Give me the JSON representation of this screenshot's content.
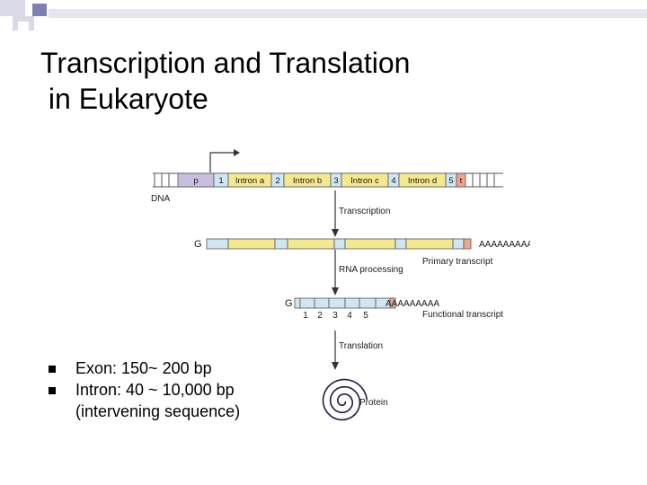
{
  "slide": {
    "title_line1": "Transcription and Translation",
    "title_line2": " in Eukaryote",
    "bullets": [
      {
        "text": "Exon: 150~ 200 bp",
        "continuation": ""
      },
      {
        "text": "Intron: 40 ~ 10,000 bp",
        "continuation": "(intervening sequence)"
      }
    ]
  },
  "diagram": {
    "dna_segments": [
      "p",
      "1",
      "Intron a",
      "2",
      "Intron b",
      "3",
      "Intron c",
      "4",
      "Intron d",
      "5",
      "t"
    ],
    "dna_label": "DNA",
    "cap_label": "G",
    "polya_label": "AAAAAAAAA",
    "steps": {
      "transcription": "Transcription",
      "rna_processing": "RNA processing",
      "translation": "Translation"
    },
    "primary_transcript_label": "Primary transcript",
    "functional_transcript_label": "Functional transcript",
    "exon_numbers": [
      "1",
      "2",
      "3",
      "4",
      "5"
    ],
    "protein_label": "Protein",
    "colors": {
      "exon": "#cfe6f3",
      "intron": "#f4e98e",
      "promoter": "#c9bde0",
      "terminator": "#f0a58a",
      "outline": "#555555"
    }
  }
}
